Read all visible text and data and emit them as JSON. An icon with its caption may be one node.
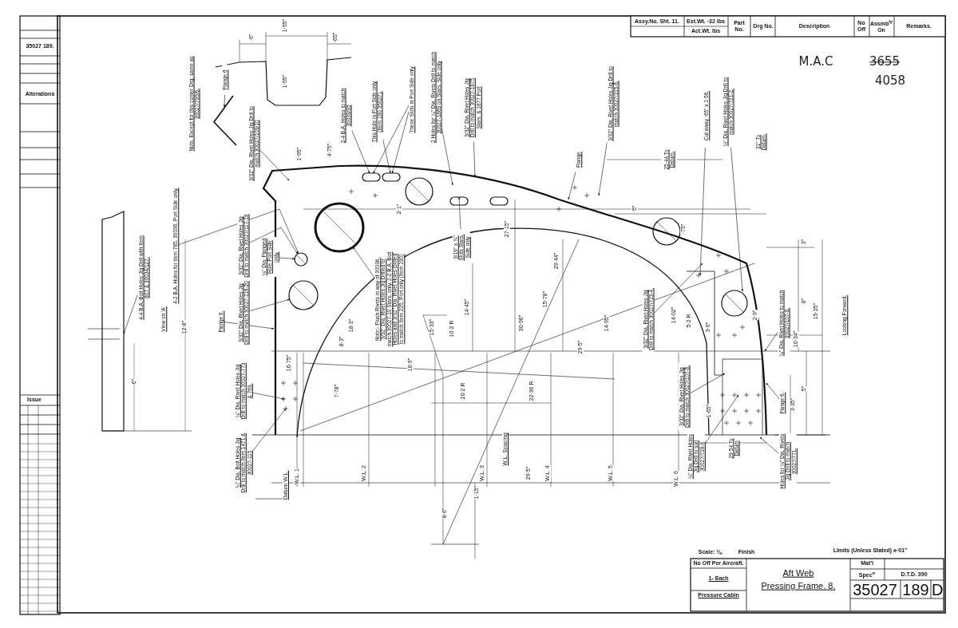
{
  "diagram": {
    "nodes": [
      {
        "text": [
          "4-2 B.A. Holes for Item 785. 30036. Port Side only."
        ]
      },
      {
        "text": [
          "3/32\" Dia. Rivet Holes Jig Drill to match 30027/109/10"
        ]
      },
      {
        "text": [
          "2-4 B.A. Holes to match 30039/95"
        ]
      },
      {
        "text": [
          "This Hole in Port Side only (Item 190 35027)."
        ]
      },
      {
        "text": [
          "These Slots in Port Side only"
        ]
      },
      {
        "text": [
          "2 Holes for ⅛\" Dia. Rivets Drill to match 30027-1869 on Stars. Side only"
        ]
      },
      {
        "text": [
          "3/32\" Dia. Rivet Holes Jig Drill to match 30027-1875 Stars. & 1877 Port"
        ]
      },
      {
        "text": [
          "Flange"
        ]
      },
      {
        "text": [
          "3/32\" Dia. Rivet Holes Jig Drill to match 30027/105-6."
        ]
      },
      {
        "text": [
          "Cut away ·65\" x 1·56."
        ]
      },
      {
        "text": [
          "⅛\" Dia. Rivet Holes Jig Drill to match 30027/721-2."
        ]
      },
      {
        "text": [
          "3/32\" Dia. Rivet Holes Jig Drill to match 30027/117-18"
        ]
      },
      {
        "text": [
          "⅛\" Dia. Flanged Hole Port Side only."
        ]
      },
      {
        "text": [
          "3/32\" Dia. Rivet Holes Jig Drill to match 30027-119-20"
        ]
      },
      {
        "text": [
          "⅛\" Dia. Rivet Holes Jig Drill to match 30027-773 & 769."
        ]
      },
      {
        "text": [
          "¼\" Dia. Bolt Holes Jig Drill to match Item 1471 & 30027-115"
        ]
      },
      {
        "text": [
          "3/16\" x ⅞\" Slots Stars. Side only"
        ]
      },
      {
        "text": [
          "Note:- Flush Rivets in way of 30036. 3/32\" Dia. Rivet Holes Jig Drilled to match 30027-10 Stars. only. 2-2 B.A. Bolt Holes and 3/32\" Dia. Rivet Holes Drilled to match Item 225. Port only (Item 190)"
        ]
      },
      {
        "text": [
          "4-4 B.A. Bolt Holes Jig Drill with Item 807 & 30034/127."
        ]
      },
      {
        "text": [
          "Flange 6"
        ]
      },
      {
        "text": [
          "Flange 6."
        ]
      },
      {
        "text": [
          "3/32\" Dia. Rivet Holes Jig Drill to match 30027/723-4."
        ]
      },
      {
        "text": [
          "3/32\" Dia. Rivet Holes Jig Drill to match 30027/107-8."
        ]
      },
      {
        "text": [
          "⅛\" Dia. Rivet Holes to match 30027/107-8."
        ]
      },
      {
        "text": [
          "Flange 6."
        ]
      },
      {
        "text": [
          "Holes for ⅛\" Dia. Rivets Jig Drill to match 30027/771."
        ]
      },
      {
        "text": [
          "⅛\" Dia. Rivet Holes Jig Drill to suit 30027/729-8"
        ]
      },
      {
        "text": [],
        "shape": "circle"
      },
      {
        "text": [],
        "shape": "circle"
      },
      {
        "text": [],
        "shape": "slot"
      },
      {
        "text": [],
        "shape": "slot"
      },
      {
        "text": [],
        "shape": "circle"
      }
    ],
    "edges": [
      {
        "from": 0,
        "to": 27,
        "arrow": "to"
      },
      {
        "from": 1,
        "to": null,
        "arrow": "to"
      },
      {
        "from": 2,
        "to": 29,
        "arrow": "to"
      },
      {
        "from": 3,
        "to": 30,
        "arrow": "to"
      },
      {
        "from": 4,
        "to": 29,
        "arrow": "to"
      },
      {
        "from": 5,
        "to": null,
        "arrow": "to"
      },
      {
        "from": 6,
        "to": null,
        "arrow": "to"
      },
      {
        "from": 7,
        "to": null,
        "arrow": "to"
      },
      {
        "from": 8,
        "to": null,
        "arrow": "to"
      },
      {
        "from": 9,
        "to": null,
        "arrow": "to"
      },
      {
        "from": 10,
        "to": null,
        "arrow": "to"
      },
      {
        "from": 11,
        "to": 27,
        "arrow": "to"
      },
      {
        "from": 12,
        "to": 27,
        "arrow": "to"
      },
      {
        "from": 13,
        "to": 28,
        "arrow": "to"
      },
      {
        "from": 14,
        "to": null,
        "arrow": "to"
      },
      {
        "from": 15,
        "to": null,
        "arrow": "to"
      },
      {
        "from": 16,
        "to": null,
        "arrow": "to"
      },
      {
        "from": 17,
        "to": 31,
        "arrow": "to"
      },
      {
        "from": 18,
        "to": null,
        "arrow": "to"
      },
      {
        "from": 19,
        "to": null,
        "arrow": "to"
      },
      {
        "from": 20,
        "to": null,
        "arrow": "to"
      },
      {
        "from": 21,
        "to": null,
        "arrow": "to"
      },
      {
        "from": 22,
        "to": null,
        "arrow": "to"
      },
      {
        "from": 23,
        "to": null,
        "arrow": "to"
      },
      {
        "from": 24,
        "to": null,
        "arrow": "to"
      },
      {
        "from": 25,
        "to": null,
        "arrow": "to"
      },
      {
        "from": 26,
        "to": null,
        "arrow": "to"
      },
      {
        "from": 4,
        "to": 30,
        "arrow": "to"
      }
    ],
    "labels": [
      "35027 189.",
      "Alterations",
      "Assy.No. Sht. 11.",
      "Est.Wt. ·32 lbs",
      "Act.Wt. lbs",
      "Part No.",
      "Drg No.",
      "Description",
      "No Off",
      "Assmb$^{ly}$ On",
      "Remarks.",
      "M.A.C",
      "3655",
      "4058",
      "Note. Except for this corner Drg. same as 30027/795/6.",
      "·6\"",
      "1·55\"",
      "·65\"",
      "1·55\"",
      "1·95\"",
      "4·75\"",
      "2·1\"",
      "·5\"",
      "25·44 To Datum.",
      "31\" To Datum.",
      "·75\"",
      "27·15\"",
      "29·44\"",
      "12·8\"",
      "16·75\"",
      "8·3\"",
      "18·3\"",
      "15·33\"",
      "10·2 R",
      "14·45\"",
      "30·96\"",
      "15·78\"",
      "14·95\"",
      "29·5\"",
      "14·02\"",
      "5·2 R",
      "3·6\"",
      "2·9\"",
      "3\"",
      "8\"",
      "10·34\"",
      "15·25\"",
      "5\"",
      "3·35\"",
      "1·65\"",
      "7·78\"",
      "16·9\"",
      "20·2 R",
      "22·36 R",
      "6\"",
      "View on 'A'",
      "Looking Forward.",
      "W.L. 1",
      "W.L. 2",
      "W.L. 3",
      "W.L. Spacing",
      "29·5\"",
      "W.L. 4",
      "W.L. 5",
      "W.L. 6",
      "Datum W.L.",
      "8·6\"",
      "1·15\"",
      "29·54 To Datum",
      "Issue",
      "Scale: ⅛.",
      "Finish",
      "Limits (Unless Stated) ±·01\"",
      "No Off Per Aircraft.",
      "1- Each",
      "Pressure Cabin",
      "Aft Web",
      "Pressing Frame. 8.",
      "Mat'l",
      "Spec$^{n}$",
      "D.T.D. 390",
      "35027",
      "189",
      "D"
    ]
  }
}
